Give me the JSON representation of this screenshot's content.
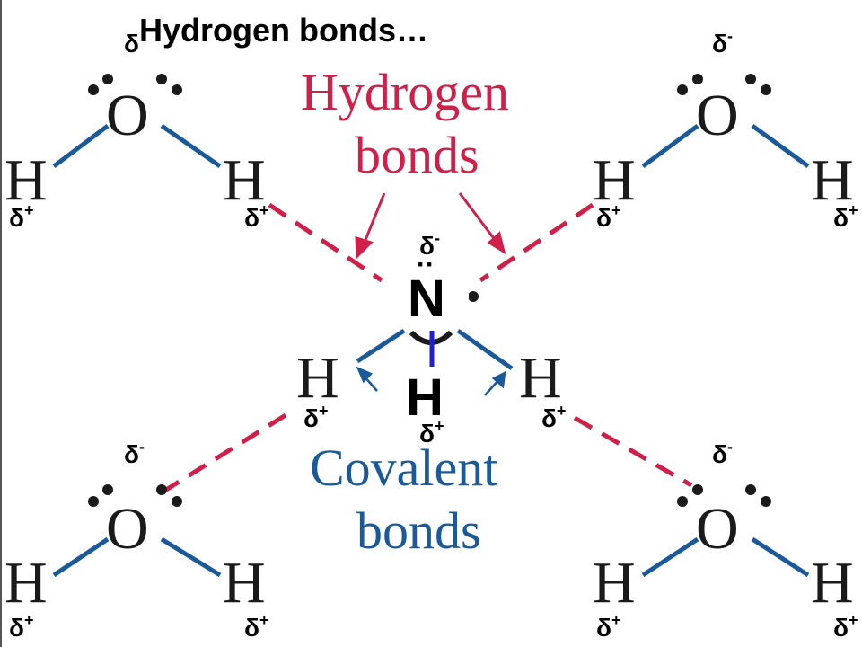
{
  "title": "Hydrogen bonds…",
  "labels": {
    "hydrogen_bonds_line1": "Hydrogen",
    "hydrogen_bonds_line2": "bonds",
    "covalent_bonds_line1": "Covalent",
    "covalent_bonds_line2": "bonds"
  },
  "atoms": {
    "oxygen": "O",
    "hydrogen": "H",
    "nitrogen": "N",
    "lone_pair": "··"
  },
  "charges": {
    "delta": "δ",
    "minus": "-",
    "plus": "+"
  },
  "colors": {
    "hydrogen_bond": "#d0204a",
    "covalent_bond": "#1a5a9a",
    "nh_bond": "#1f1fd6"
  }
}
